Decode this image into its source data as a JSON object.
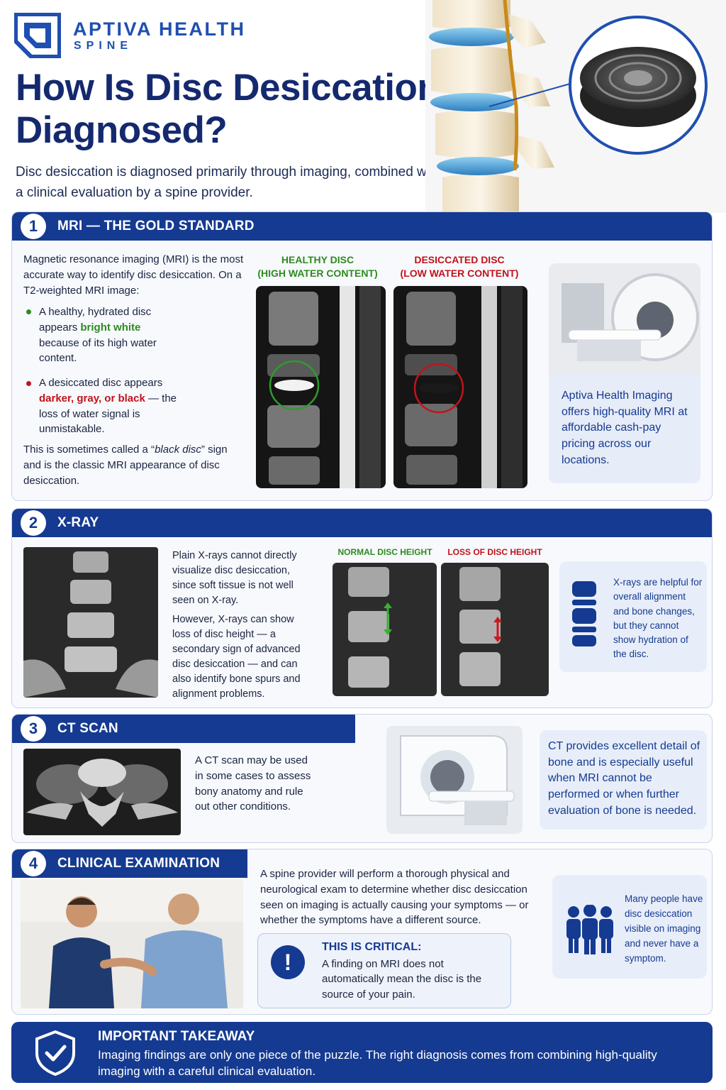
{
  "brand": {
    "name": "APTIVA HEALTH",
    "sub": "SPINE"
  },
  "title": "How Is Disc Desiccation Diagnosed?",
  "subtitle": "Disc desiccation is diagnosed primarily through imaging, combined with a clinical evaluation by a spine provider.",
  "colors": {
    "navy": "#153a91",
    "green": "#2e8b1f",
    "red": "#c0141b",
    "panel": "#f7f9fd",
    "card": "#e8eef9"
  },
  "mri": {
    "number": "1",
    "heading": "MRI — THE GOLD STANDARD",
    "intro": "Magnetic resonance imaging (MRI) is the most accurate way to identify disc desiccation. On a T2-weighted MRI image:",
    "bullet1": {
      "pre": "A healthy, hydrated disc appears ",
      "highlight": "bright white",
      "post": " because of its high water content."
    },
    "bullet2": {
      "pre": "A desiccated disc appears ",
      "highlight": "darker, gray, or black",
      "post": " — the loss of water signal is unmistakable."
    },
    "closing_pre": "This is sometimes called a “",
    "closing_em": "black disc",
    "closing_post": "” sign and is the classic MRI appearance of disc desiccation.",
    "healthy_caption_1": "HEALTHY DISC",
    "healthy_caption_2": "(HIGH WATER CONTENT)",
    "desiccated_caption_1": "DESICCATED DISC",
    "desiccated_caption_2": "(LOW WATER CONTENT)",
    "card": "Aptiva Health Imaging offers high-quality MRI at affordable cash-pay pricing across our locations."
  },
  "xray": {
    "number": "2",
    "heading": "X-RAY",
    "p1": "Plain X-rays cannot directly visualize disc desiccation, since soft tissue is not well seen on X-ray.",
    "p2": "However, X-rays can show loss of disc height — a secondary sign of advanced disc desiccation — and can also identify bone spurs and alignment problems.",
    "normal_caption": "NORMAL DISC HEIGHT",
    "loss_caption": "LOSS OF DISC HEIGHT",
    "card": "X-rays are helpful for overall alignment and bone changes, but they cannot show hydration of the disc."
  },
  "ct": {
    "number": "3",
    "heading": "CT SCAN",
    "text": "A CT scan may be used in some cases to assess bony anatomy and rule out other conditions.",
    "card": "CT provides excellent detail of bone and is especially useful when MRI cannot be performed or when further evaluation of bone is needed."
  },
  "clinical": {
    "number": "4",
    "heading": "CLINICAL EXAMINATION",
    "text": "A spine provider will perform a thorough physical and neurological exam to determine whether disc desiccation seen on imaging is actually causing your symptoms — or whether the symptoms have a different source.",
    "critical_title": "THIS IS CRITICAL:",
    "critical_body": "A finding on MRI does not automatically mean the disc is the source of your pain.",
    "card": "Many people have disc desiccation visible on imaging and never have a symptom."
  },
  "takeaway": {
    "title": "IMPORTANT TAKEAWAY",
    "body": "Imaging findings are only one piece of the puzzle. The right diagnosis comes from combining high-quality imaging with a careful clinical evaluation."
  }
}
